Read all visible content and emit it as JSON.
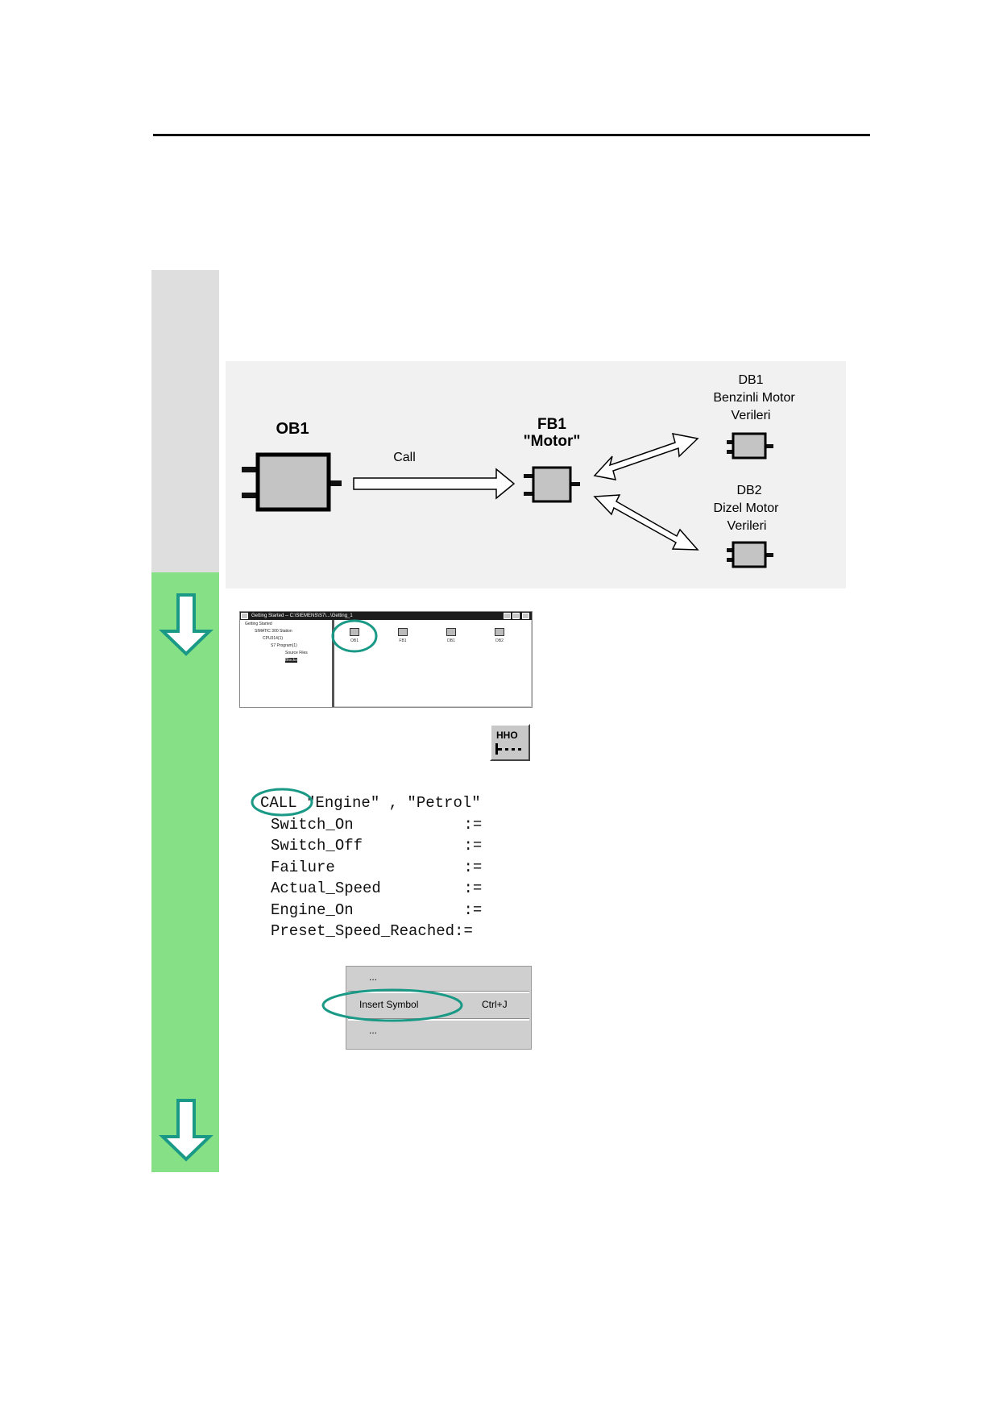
{
  "diagram": {
    "ob1": "OB1",
    "call": "Call",
    "fb1": "FB1",
    "fb1_symbol": "\"Motor\"",
    "db1": [
      "DB1",
      "Benzinli Motor",
      "Verileri"
    ],
    "db2": [
      "DB2",
      "Dizel Motor",
      "Verileri"
    ]
  },
  "window": {
    "title": "Getting Started -- C:\\SIEMENS\\S7\\...\\Getting_1",
    "tree": [
      "Getting Started",
      "SIMATIC 300 Station",
      "CPU314(1)",
      "S7 Program(1)",
      "Source Files",
      "Blocks"
    ],
    "blocks": [
      "OB1",
      "FB1",
      "DB1",
      "DB2"
    ]
  },
  "toolbar_button": {
    "label": "HHO"
  },
  "code": {
    "keyword": "CALL",
    "call_args": " \"Engine\" , \"Petrol\"",
    "params": [
      "Switch_On            :=",
      "Switch_Off           :=",
      "Failure              :=",
      "Actual_Speed         :=",
      "Engine_On            :=",
      "Preset_Speed_Reached:="
    ]
  },
  "menu": {
    "ellipsis_top": "...",
    "item": "Insert Symbol",
    "shortcut": "Ctrl+J",
    "ellipsis_bottom": "..."
  },
  "colors": {
    "gray_band": "#dedede",
    "green_band": "#86e086",
    "highlight": "#1a9a86"
  }
}
